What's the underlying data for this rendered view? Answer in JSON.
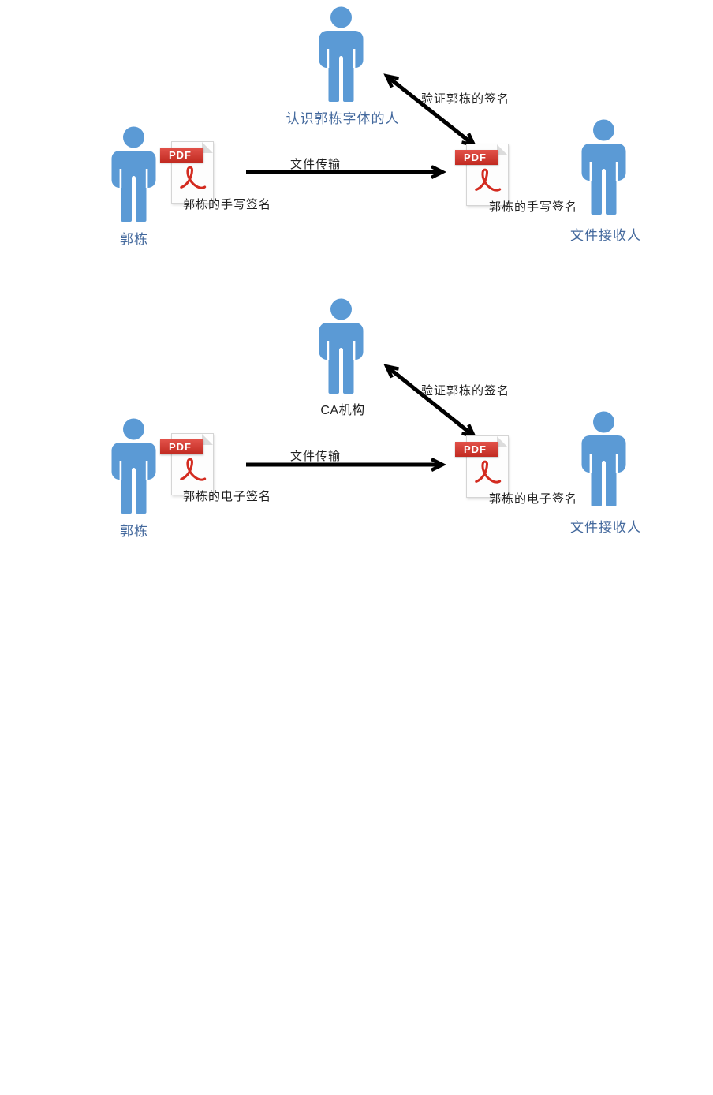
{
  "page": {
    "background": "#ffffff"
  },
  "colors": {
    "person_blue": "#5B9AD5",
    "actor_label_blue": "#44699D",
    "plain_label_black": "#1f1f1f",
    "arrow_black": "#000000",
    "pdf_banner_red": "#c9342b",
    "acrobat_swirl_red": "#d32b20"
  },
  "diagrams": [
    {
      "name": "handwritten-signature-flow",
      "verifier": {
        "label": "认识郭栋字体的人"
      },
      "sender": {
        "label": "郭栋"
      },
      "receiver": {
        "label": "文件接收人"
      },
      "sender_doc": {
        "badge": "PDF",
        "caption": "郭栋的手写签名"
      },
      "receiver_doc": {
        "badge": "PDF",
        "caption": "郭栋的手写签名"
      },
      "transfer_label": "文件传输",
      "verify_label": "验证郭栋的签名"
    },
    {
      "name": "electronic-signature-flow",
      "verifier": {
        "label": "CA机构"
      },
      "sender": {
        "label": "郭栋"
      },
      "receiver": {
        "label": "文件接收人"
      },
      "sender_doc": {
        "badge": "PDF",
        "caption": "郭栋的电子签名"
      },
      "receiver_doc": {
        "badge": "PDF",
        "caption": "郭栋的电子签名"
      },
      "transfer_label": "文件传输",
      "verify_label": "验证郭栋的签名"
    }
  ]
}
